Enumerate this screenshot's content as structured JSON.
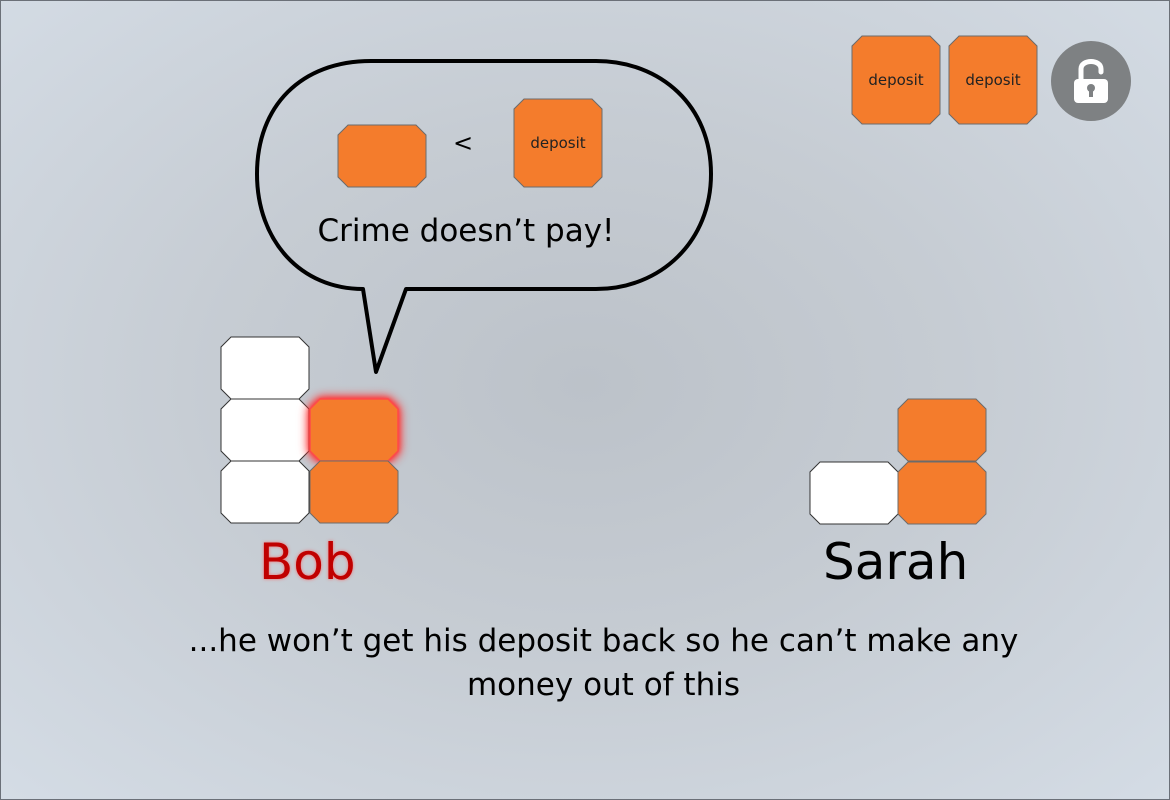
{
  "deposit_tray": {
    "items": [
      {
        "label": "deposit"
      },
      {
        "label": "deposit"
      }
    ],
    "lock_icon": "unlocked-padlock-icon"
  },
  "speech_bubble": {
    "left_token_label": "",
    "comparison": "<",
    "right_token_label": "deposit",
    "message": "Crime doesn’t pay!"
  },
  "players": {
    "bob": {
      "name": "Bob"
    },
    "sarah": {
      "name": "Sarah"
    }
  },
  "caption": "...he won’t get his deposit back so he can’t make any money out of this",
  "colors": {
    "orange_token": "#f47c2c",
    "white_token": "#ffffff",
    "bob_highlight": "#c00000",
    "lock_button": "#7e8183"
  }
}
